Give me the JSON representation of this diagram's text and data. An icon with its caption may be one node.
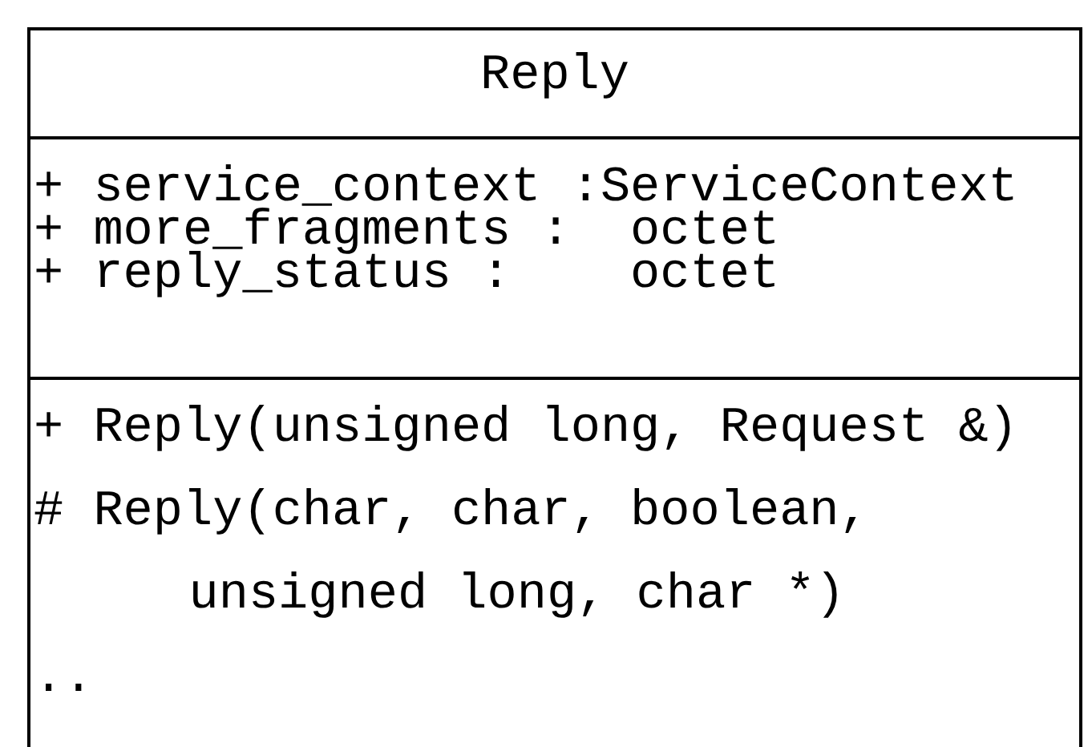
{
  "diagram": {
    "nodes": [
      {
        "text": [
          "Reply"
        ]
      },
      {
        "text": [
          "+ service_context :ServiceContext",
          "+ more_fragments :  octet",
          "+ reply_status :    octet"
        ],
        "in": 0
      },
      {
        "text": [
          "+ Reply(unsigned long, Request &)",
          "# Reply(char, char, boolean, unsigned long, char *)",
          ".."
        ],
        "in": 0
      }
    ]
  }
}
